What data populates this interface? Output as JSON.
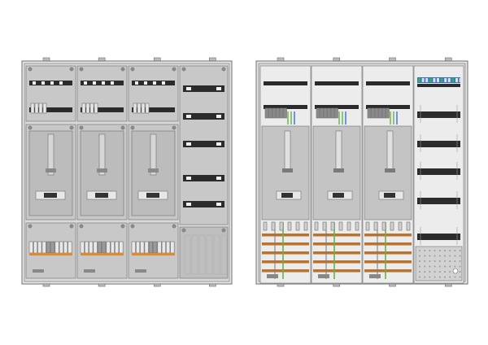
{
  "diagram": {
    "views": [
      {
        "id": "front-view",
        "variant": "covered"
      },
      {
        "id": "open-view",
        "variant": "open"
      }
    ],
    "meter_columns": 3,
    "distribution_rows": 5,
    "colors": {
      "background": "#ffffff",
      "cabinet_body": "#d9d9d9",
      "panel_fill": "#c8c8c8",
      "panel_dark": "#9a9a9a",
      "outline": "#6e6e6e",
      "rail_black": "#2b2b2b",
      "busbar_copper": "#b8742e",
      "wire_green": "#6ab04c",
      "wire_blue": "#3a6fd8",
      "terminal_orange": "#e08a2a",
      "terminal_green": "#3fae49",
      "terminal_blue": "#2f6fdc"
    }
  }
}
